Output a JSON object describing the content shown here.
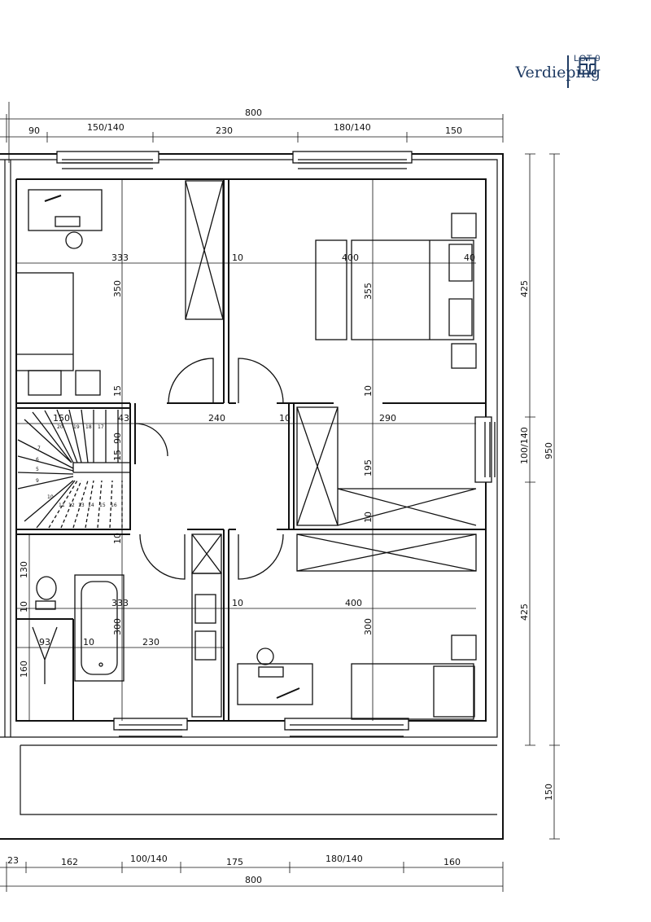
{
  "header": {
    "lot": "LOT 9",
    "floor": "Verdieping",
    "icon": "floorplan-icon",
    "color": "#1f3b63"
  },
  "dims": {
    "top_total": "800",
    "top_segments": [
      "90",
      "150/140",
      "230",
      "180/140",
      "150"
    ],
    "bottom_segments": [
      "23",
      "162",
      "100/140",
      "175",
      "180/140",
      "160"
    ],
    "bottom_total": "800",
    "right_inner": [
      "425",
      "100/140",
      "425"
    ],
    "right_outer": [
      "950",
      "150"
    ]
  },
  "room_dims": {
    "upper_row_w1": "333",
    "upper_row_w2": "10",
    "upper_row_w3": "400",
    "upper_row_w4": "40",
    "room1_h": "350",
    "room2_h": "355",
    "wall_a": "15",
    "wall_b": "10",
    "hall_w1": "150",
    "hall_w2": "43",
    "hall_w3": "240",
    "hall_w4": "10",
    "hall_w5": "290",
    "hall_h1": "90",
    "hall_h2": "15",
    "hall_h3": "195",
    "hall_h4": "10",
    "hall_h5": "10",
    "lower_row_w1": "333",
    "lower_row_w2": "10",
    "lower_row_w3": "400",
    "lower_row_h1": "300",
    "lower_row_h2": "300",
    "bath_h1": "130",
    "bath_h2": "10",
    "bath_h3": "160",
    "bath_w1": "93",
    "bath_w2": "10",
    "bath_w3": "230",
    "stair_steps": [
      "20",
      "19",
      "18",
      "17",
      "7",
      "6",
      "5",
      "9",
      "10",
      "11",
      "12",
      "13",
      "14",
      "15",
      "16"
    ]
  }
}
